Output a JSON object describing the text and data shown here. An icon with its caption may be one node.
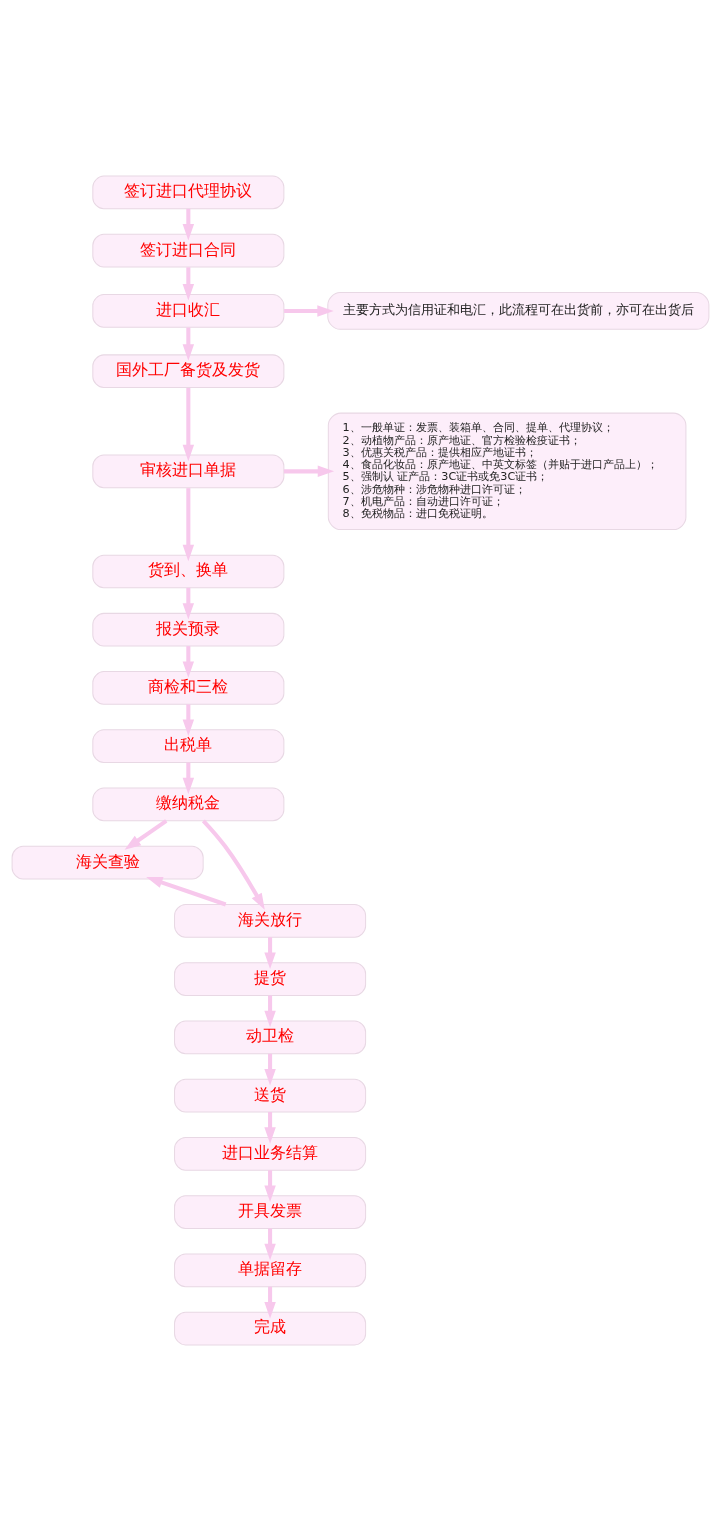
{
  "diagram": {
    "nodes": [
      {
        "text": [
          "签订进口代理协议"
        ]
      },
      {
        "text": [
          "签订进口合同"
        ]
      },
      {
        "text": [
          "进口收汇"
        ]
      },
      {
        "text": [
          "主要方式为信用证和电汇，此流程可在出货前，亦可在出货后"
        ]
      },
      {
        "text": [
          "国外工厂备货及发货"
        ]
      },
      {
        "text": [
          "审核进口单据"
        ]
      },
      {
        "text": [
          "1、一般单证：发票、装箱单、合同、提单、代理协议；",
          "2、动植物产品：原产地证、官方检验检疫证书；",
          "3、优惠关税产品：提供相应产地证书；",
          "4、食品化妆品：原产地证、中英文标签（并贴于进口产品上）；",
          "5、强制认 证产品：3C证书或免3C证书；",
          "6、涉危物种：涉危物种进口许可证；",
          "7、机电产品：自动进口许可证；",
          "8、免税物品：进口免税证明。"
        ]
      },
      {
        "text": [
          "货到、换单"
        ]
      },
      {
        "text": [
          "报关预录"
        ]
      },
      {
        "text": [
          "商检和三检"
        ]
      },
      {
        "text": [
          "出税单"
        ]
      },
      {
        "text": [
          "缴纳税金"
        ]
      },
      {
        "text": [
          "海关查验"
        ]
      },
      {
        "text": [
          "海关放行"
        ]
      },
      {
        "text": [
          "提货"
        ]
      },
      {
        "text": [
          "动卫检"
        ]
      },
      {
        "text": [
          "送货"
        ]
      },
      {
        "text": [
          "进口业务结算"
        ]
      },
      {
        "text": [
          "开具发票"
        ]
      },
      {
        "text": [
          "单据留存"
        ]
      },
      {
        "text": [
          "完成"
        ]
      }
    ],
    "edges": [
      {
        "from": 0,
        "to": 1,
        "arrow": "to"
      },
      {
        "from": 1,
        "to": 2,
        "arrow": "to"
      },
      {
        "from": 2,
        "to": 3,
        "arrow": "to"
      },
      {
        "from": 2,
        "to": 4,
        "arrow": "to"
      },
      {
        "from": 4,
        "to": 5,
        "arrow": "to"
      },
      {
        "from": 5,
        "to": 6,
        "arrow": "to"
      },
      {
        "from": 5,
        "to": 7,
        "arrow": "to"
      },
      {
        "from": 7,
        "to": 8,
        "arrow": "to"
      },
      {
        "from": 8,
        "to": 9,
        "arrow": "to"
      },
      {
        "from": 9,
        "to": 10,
        "arrow": "to"
      },
      {
        "from": 10,
        "to": 11,
        "arrow": "to"
      },
      {
        "from": 11,
        "to": 12,
        "arrow": "to"
      },
      {
        "from": 11,
        "to": 13,
        "arrow": "to"
      },
      {
        "from": 13,
        "to": 12,
        "arrow": "to"
      },
      {
        "from": 13,
        "to": 14,
        "arrow": "to"
      },
      {
        "from": 14,
        "to": 15,
        "arrow": "to"
      },
      {
        "from": 15,
        "to": 16,
        "arrow": "to"
      },
      {
        "from": 16,
        "to": 17,
        "arrow": "to"
      },
      {
        "from": 17,
        "to": 18,
        "arrow": "to"
      },
      {
        "from": 18,
        "to": 19,
        "arrow": "to"
      },
      {
        "from": 19,
        "to": 20,
        "arrow": "to"
      }
    ]
  }
}
